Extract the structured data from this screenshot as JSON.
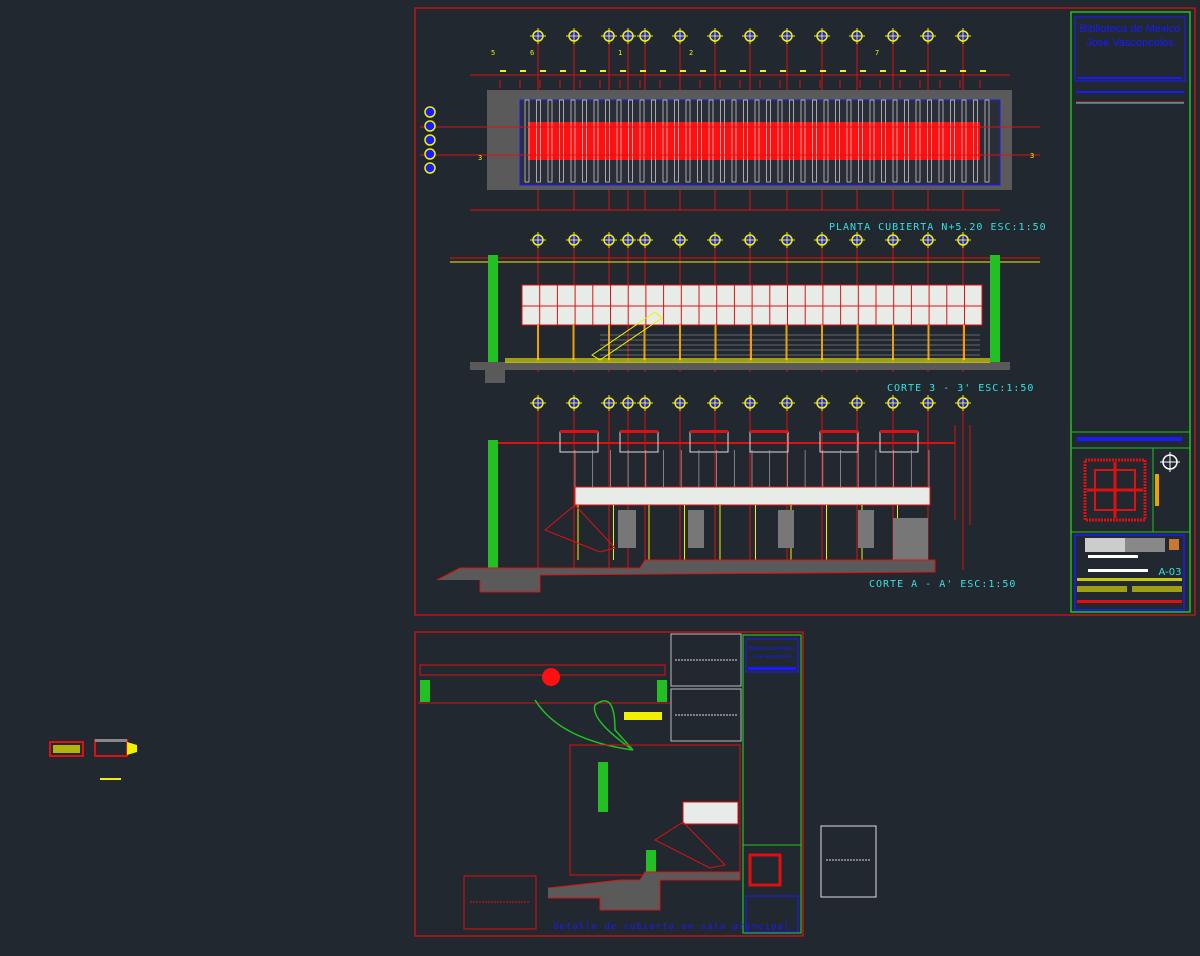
{
  "sheet_main": {
    "project_title_line1": "Biblioteca de México",
    "project_title_line2": "José Vasconcelos",
    "sheet_number": "A-03",
    "views": {
      "roof_plan": "PLANTA CUBIERTA N+5.20 ESC:1:50",
      "section_3": "CORTE 3 - 3' ESC:1:50",
      "section_a": "CORTE A - A' ESC:1:50"
    },
    "section_markers": [
      "5",
      "6",
      "1",
      "2",
      "7",
      "3",
      "3"
    ]
  },
  "sheet_detail": {
    "title": "detalle de cubierta en sala principal",
    "project_title_line1": "Biblioteca de México",
    "project_title_line2": "José Vasconcelos"
  },
  "colors": {
    "background": "#212830",
    "frame": "#e01010",
    "titleblock": "#22c022",
    "label": "#36e0e0",
    "grid_bubble": "#f0f000",
    "title_text": "#1a1aff"
  }
}
